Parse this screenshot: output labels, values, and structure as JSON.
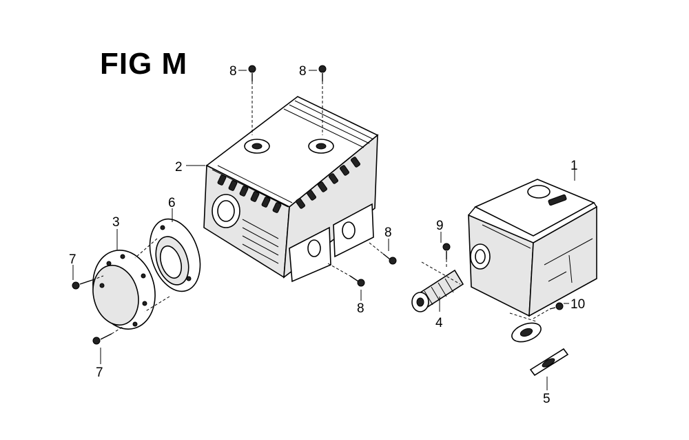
{
  "figure": {
    "title": "FIG M"
  },
  "callouts": {
    "c1": "1",
    "c2": "2",
    "c3": "3",
    "c4": "4",
    "c5": "5",
    "c6": "6",
    "c7a": "7",
    "c7b": "7",
    "c8a": "8",
    "c8b": "8",
    "c8c": "8",
    "c8d": "8",
    "c9": "9",
    "c10": "10"
  }
}
